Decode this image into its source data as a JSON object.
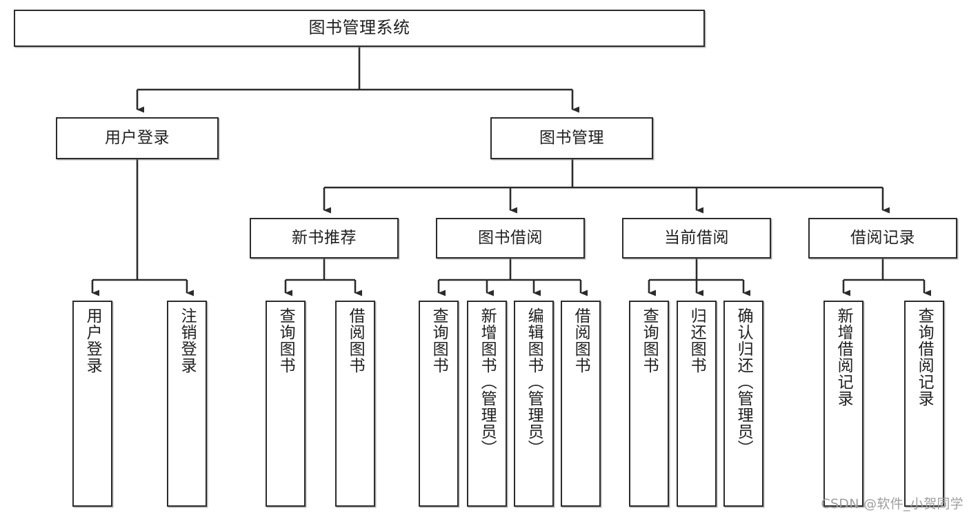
{
  "diagram": {
    "title": "图书管理系统",
    "type": "tree-hierarchy-chart",
    "stroke_color": "#2b2b2b",
    "fill_color": "#ffffff",
    "text_color": "#1f1f1f"
  },
  "watermark": {
    "text": "CSDN @软件_小贺同学",
    "color": "#9e9e9e"
  },
  "nodes": {
    "root": {
      "label": "图书管理系统"
    },
    "level2": [
      {
        "label": "用户登录"
      },
      {
        "label": "图书管理"
      }
    ],
    "level3": [
      {
        "label": "新书推荐"
      },
      {
        "label": "图书借阅"
      },
      {
        "label": "当前借阅"
      },
      {
        "label": "借阅记录"
      }
    ],
    "leaves": [
      {
        "label": "用户登录"
      },
      {
        "label": "注销登录"
      },
      {
        "label": "查询图书"
      },
      {
        "label": "借阅图书"
      },
      {
        "label": "查询图书"
      },
      {
        "label": "新增图书（管理员）"
      },
      {
        "label": "编辑图书（管理员）"
      },
      {
        "label": "借阅图书"
      },
      {
        "label": "查询图书"
      },
      {
        "label": "归还图书"
      },
      {
        "label": "确认归还（管理员）"
      },
      {
        "label": "新增借阅记录"
      },
      {
        "label": "查询借阅记录"
      }
    ]
  }
}
